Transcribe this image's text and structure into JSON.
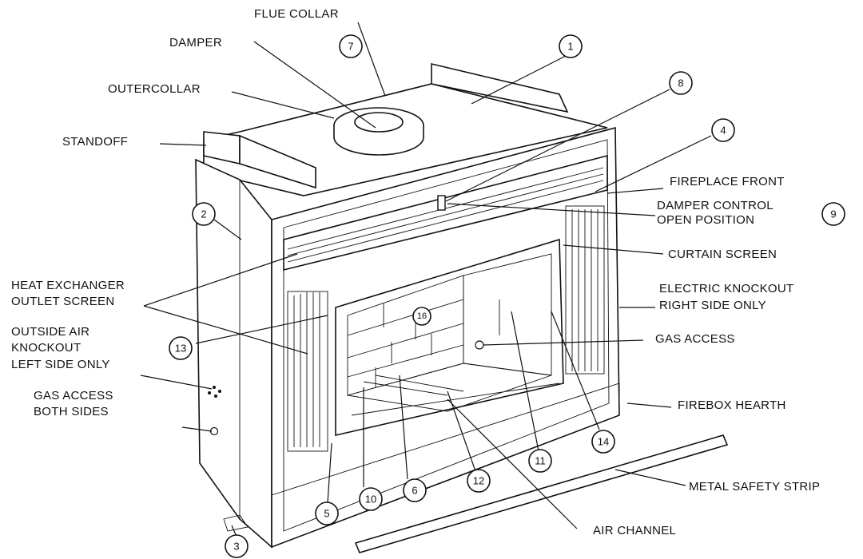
{
  "labels": {
    "flue_collar": "FLUE COLLAR",
    "damper": "DAMPER",
    "outercollar": "OUTERCOLLAR",
    "standoff": "STANDOFF",
    "fireplace_front": "FIREPLACE FRONT",
    "damper_control_1": "DAMPER CONTROL",
    "damper_control_2": "OPEN POSITION",
    "curtain_screen": "CURTAIN SCREEN",
    "heat_exchanger_1": "HEAT EXCHANGER",
    "heat_exchanger_2": "OUTLET SCREEN",
    "electric_knockout_1": "ELECTRIC KNOCKOUT",
    "electric_knockout_2": "RIGHT SIDE ONLY",
    "outside_air_1": "OUTSIDE AIR",
    "outside_air_2": "KNOCKOUT",
    "outside_air_3": "LEFT SIDE ONLY",
    "gas_access_right": "GAS ACCESS",
    "gas_access_both_1": "GAS ACCESS",
    "gas_access_both_2": "BOTH SIDES",
    "firebox_hearth": "FIREBOX HEARTH",
    "metal_safety_strip": "METAL SAFETY STRIP",
    "air_channel": "AIR CHANNEL"
  },
  "callouts": {
    "n1": "1",
    "n2": "2",
    "n3": "3",
    "n4": "4",
    "n5": "5",
    "n6": "6",
    "n7": "7",
    "n8": "8",
    "n9": "9",
    "n10": "10",
    "n11": "11",
    "n12": "12",
    "n13": "13",
    "n14": "14",
    "n16": "16"
  }
}
